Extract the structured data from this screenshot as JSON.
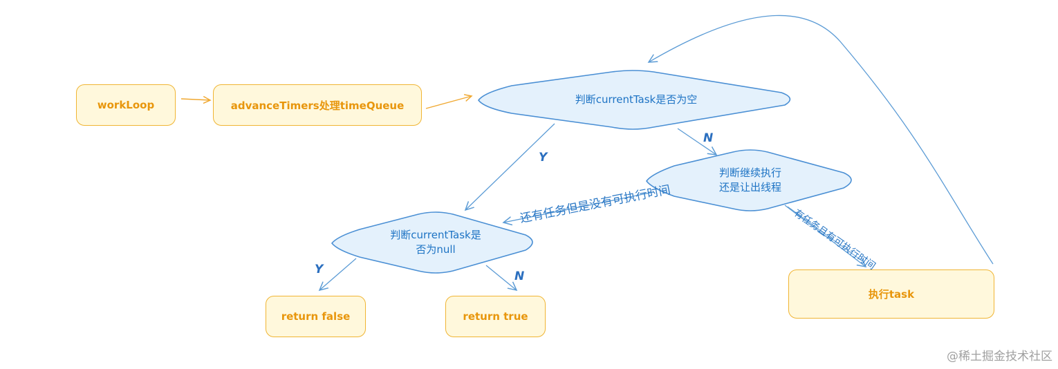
{
  "nodes": {
    "workloop": "workLoop",
    "advance_timers": "advanceTimers处理timeQueue",
    "check_current_task_empty": "判断currentTask是否为空",
    "check_continue_or_yield": "判断继续执行\n还是让出线程",
    "check_current_task_null": "判断currentTask是\n否为null",
    "return_false": "return false",
    "return_true": "return true",
    "execute_task": "执行task"
  },
  "edges": {
    "empty_yes": "Y",
    "empty_no": "N",
    "null_yes": "Y",
    "null_no": "N",
    "no_time": "还有任务但是没有可执行时间",
    "has_time": "有任务且有可执行时间"
  },
  "watermark": "@稀土掘金技术社区",
  "colors": {
    "box_border": "#f0b432",
    "box_fill": "#fff8dc",
    "box_text": "#e8960c",
    "diamond_border": "#4a8fd4",
    "diamond_fill": "#e4f1fc",
    "blue_line": "#5b9bd5",
    "orange_line": "#f0a830"
  }
}
